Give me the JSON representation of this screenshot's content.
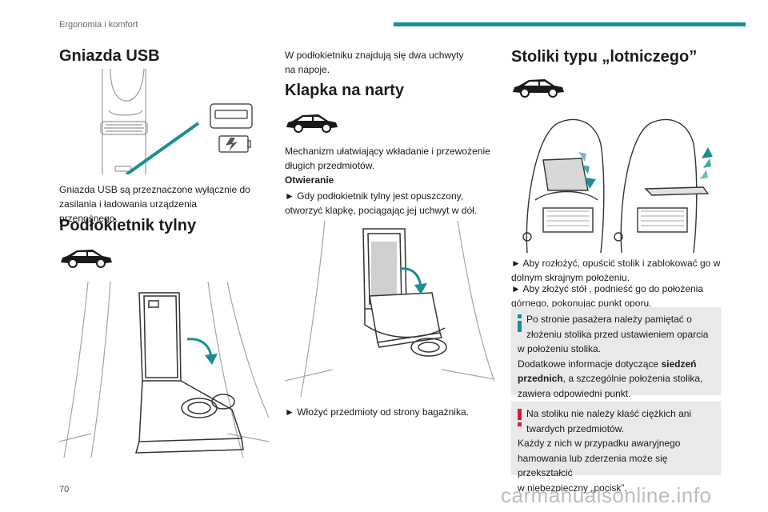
{
  "header": {
    "section": "Ergonomia i komfort",
    "accent_color": "#1a8f93"
  },
  "usb": {
    "title": "Gniazda USB",
    "text": "Gniazda USB są przeznaczone wyłącznie do zasilania i ładowania urządzenia przenośnego."
  },
  "armrest": {
    "title": "Podłokietnik tylny"
  },
  "cupholders": {
    "text": "W podłokietniku znajdują się dwa uchwyty na napoje."
  },
  "ski": {
    "title": "Klapka na narty",
    "intro": "Mechanizm ułatwiający wkładanie i przewożenie długich przedmiotów.",
    "subtitle": "Otwieranie",
    "step1": "► Gdy podłokietnik tylny jest opuszczony, otworzyć klapkę, pociągając jej uchwyt w dół.",
    "step2": "► Włożyć przedmioty od strony bagażnika."
  },
  "tables": {
    "title": "Stoliki typu „lotniczego”",
    "step1": "► Aby rozłożyć, opuścić stolik i zablokować go w dolnym skrajnym położeniu.",
    "step2": "► Aby złożyć stół , podnieść go do położenia górnego, pokonując punkt oporu.",
    "info_l1": "Po stronie pasażera należy pamiętać o",
    "info_l2": "złożeniu stolika przed ustawieniem oparcia",
    "info_l3": "w położeniu stolika.",
    "info_l4": "Dodatkowe informacje dotyczące",
    "info_bold1": "siedzeń",
    "info_bold2": "przednich",
    "info_l5": ", a szczególnie położenia stolika,",
    "info_l6": "zawiera odpowiedni punkt.",
    "warn_l1": "Na stoliku nie należy kłaść ciężkich ani",
    "warn_l2": "twardych przedmiotów.",
    "warn_l3": "Każdy z nich w przypadku awaryjnego",
    "warn_l4": "hamowania lub zderzenia może się przekształcić",
    "warn_l5": "w niebezpieczny „pocisk”."
  },
  "footer": {
    "page_number": "70",
    "watermark": "carmanualsonline.info"
  }
}
